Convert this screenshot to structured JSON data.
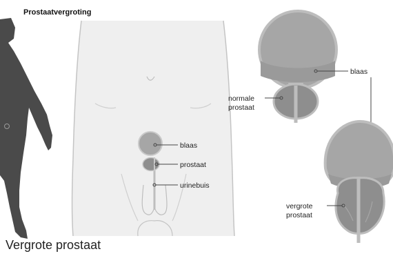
{
  "title": "Prostaatvergroting",
  "caption": "Vergrote prostaat",
  "body_labels": {
    "bladder": "blaas",
    "prostate": "prostaat",
    "urethra": "urinebuis"
  },
  "normal_labels": {
    "bladder": "blaas",
    "prostate_line1": "normale",
    "prostate_line2": "prostaat"
  },
  "enlarged_labels": {
    "prostate_line1": "vergrote",
    "prostate_line2": "prostaat"
  },
  "colors": {
    "silhouette": "#4a4a4a",
    "torso_fill": "#efefef",
    "outline": "#c4c4c4",
    "organ_fill": "#a6a6a6",
    "organ_dark": "#8e8e8e",
    "organ_light": "#c9c9c9",
    "organ_rim": "#bdbdbd",
    "leader": "#444444"
  }
}
